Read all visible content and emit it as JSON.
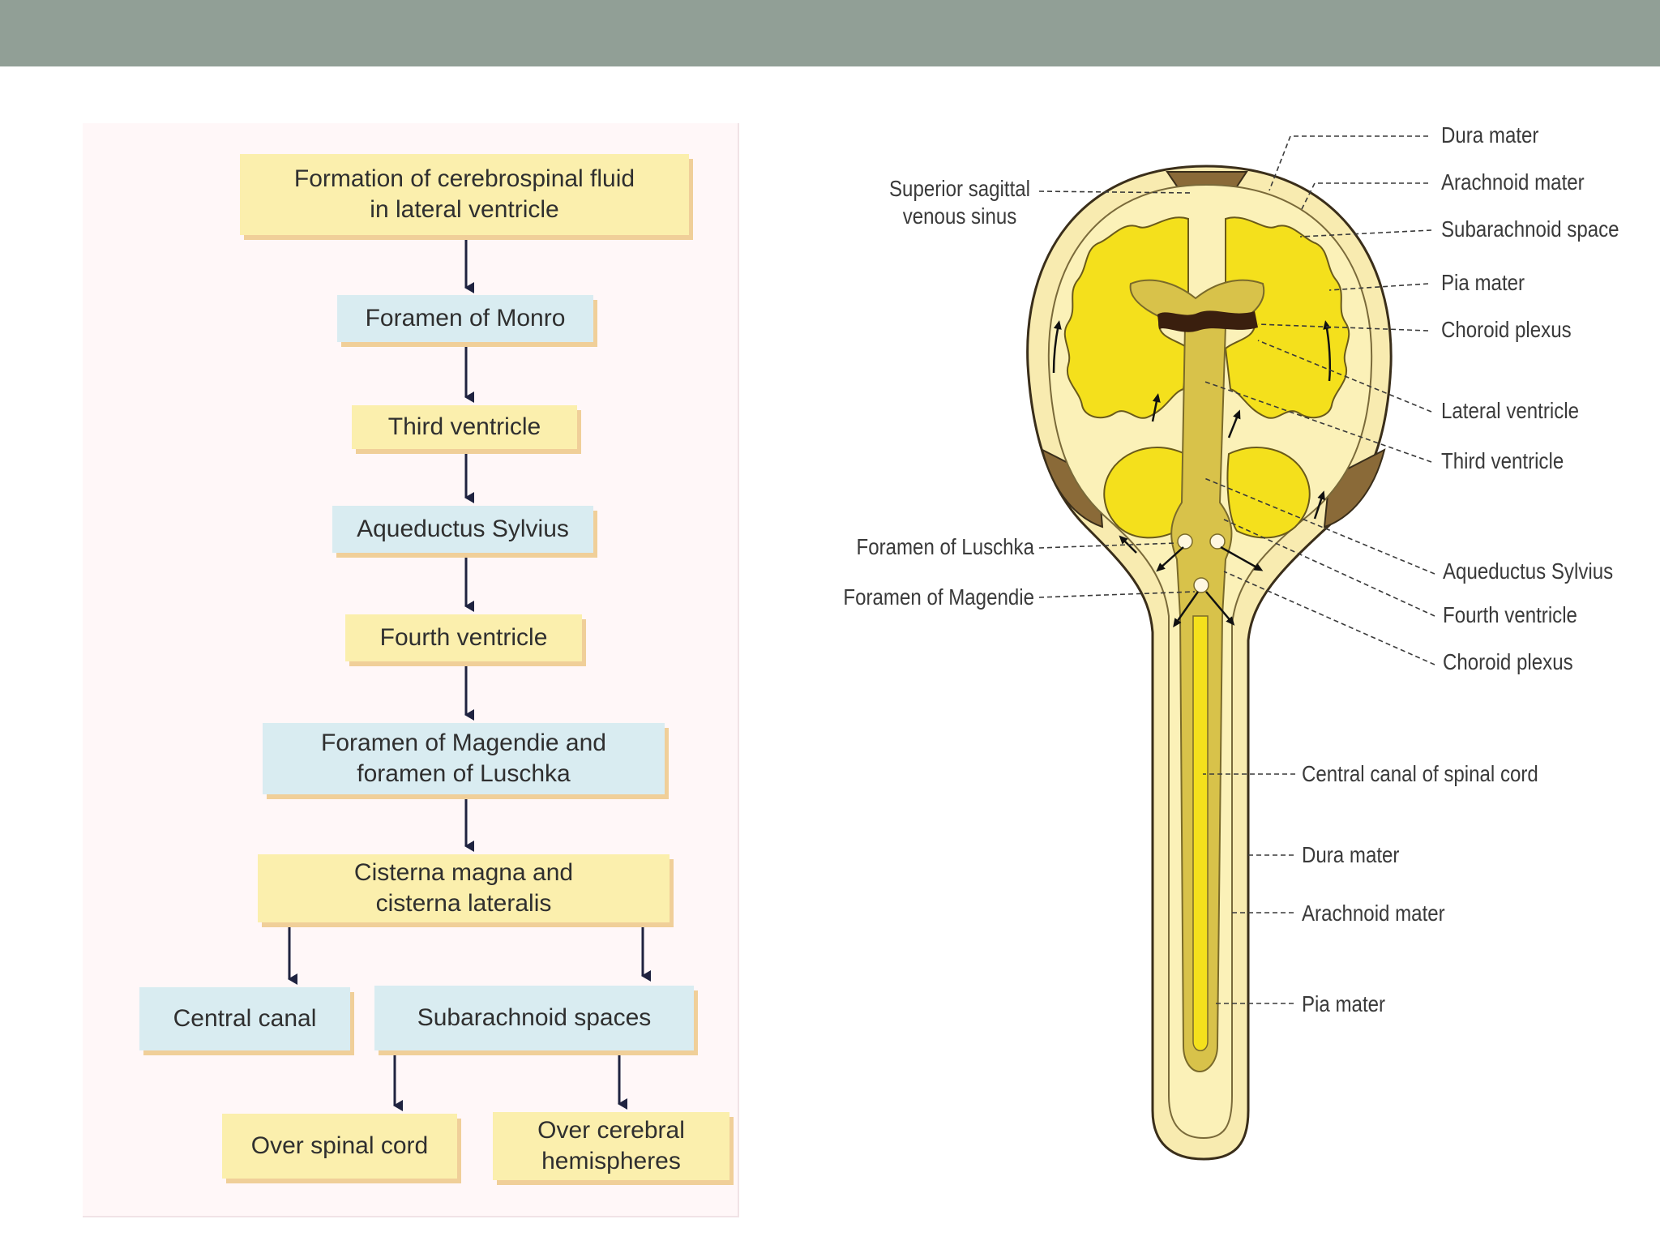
{
  "flowchart": {
    "formation": "Formation of cerebrospinal fluid\nin lateral ventricle",
    "monro": "Foramen of Monro",
    "third": "Third ventricle",
    "aqueductus": "Aqueductus Sylvius",
    "fourth": "Fourth ventricle",
    "magendie_luschka": "Foramen of Magendie and\nforamen of Luschka",
    "cisterna": "Cisterna magna and\ncisterna lateralis",
    "central_canal": "Central canal",
    "subarachnoid": "Subarachnoid spaces",
    "spinal_cord": "Over spinal cord",
    "cerebral": "Over cerebral\nhemispheres"
  },
  "anatomy_labels": {
    "superior_sagittal": "Superior sagittal\nvenous sinus",
    "foramen_luschka": "Foramen of Luschka",
    "foramen_magendie": "Foramen of Magendie",
    "dura_mater_top": "Dura mater",
    "arachnoid_mater_top": "Arachnoid mater",
    "subarachnoid_space": "Subarachnoid space",
    "pia_mater_top": "Pia mater",
    "choroid_plexus_top": "Choroid plexus",
    "lateral_ventricle": "Lateral ventricle",
    "third_ventricle": "Third ventricle",
    "aqueductus_sylvius": "Aqueductus Sylvius",
    "fourth_ventricle": "Fourth ventricle",
    "choroid_plexus_bottom": "Choroid plexus",
    "central_canal": "Central canal of spinal cord",
    "dura_mater_bottom": "Dura mater",
    "arachnoid_mater_bottom": "Arachnoid mater",
    "pia_mater_bottom": "Pia mater"
  },
  "colors": {
    "header_bar": "#919f96",
    "box_yellow": "#fbefad",
    "box_blue": "#d9ecf1",
    "box_shadow": "#f0cf99",
    "arrow": "#1f2340",
    "brain_yellow": "#f4e01c",
    "outer_layer": "#fbf1b8",
    "dura_dark": "#8a6a38"
  }
}
